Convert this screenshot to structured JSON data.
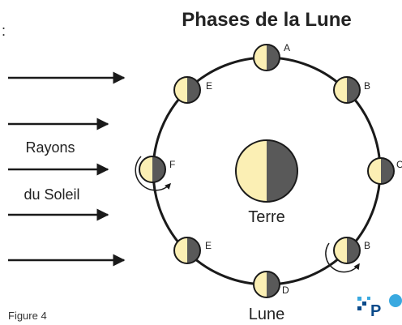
{
  "title": "Phases de la Lune",
  "stray_mark": ":",
  "labels": {
    "sun_rays_line1": "Rayons",
    "sun_rays_line2": "du Soleil",
    "earth": "Terre",
    "moon": "Lune",
    "figure": "Figure 4"
  },
  "moon_positions": {
    "A": "A",
    "B_top": "B",
    "C": "C",
    "B_bottom": "B",
    "D": "D",
    "E_bottom": "E",
    "F": "F",
    "E_top": "E"
  },
  "logo": {
    "text": "P"
  },
  "colors": {
    "light_side": "#fbefb4",
    "dark_side": "#595959",
    "outline": "#1a1a1a",
    "logo_blue": "#0a4a8a",
    "logo_accent": "#39a9e0"
  }
}
